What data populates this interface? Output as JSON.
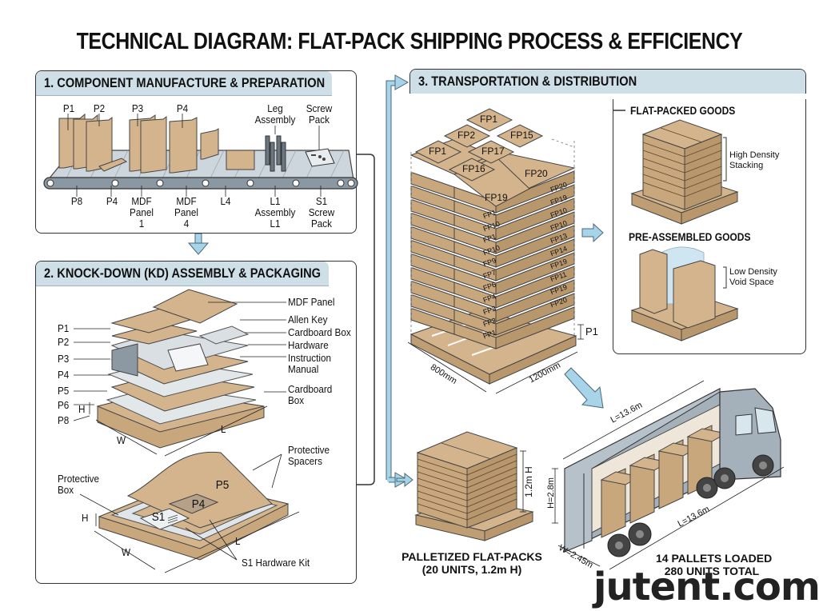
{
  "title": "TECHNICAL DIAGRAM: FLAT-PACK SHIPPING PROCESS & EFFICIENCY",
  "colors": {
    "header_bg": "#cfdfe8",
    "cardboard": "#d4b48c",
    "cardboard_dark": "#b8976c",
    "arrow": "#a8d4ea",
    "metal": "#9aa7b0",
    "truck": "#a4b0ba"
  },
  "section1": {
    "heading": "1. COMPONENT MANUFACTURE & PREPARATION",
    "top_labels": [
      "P1",
      "P2",
      "P3",
      "P4",
      "Leg\nAssembly",
      "Screw\nPack"
    ],
    "bottom_labels": [
      "P8",
      "P4",
      "MDF\nPanel\n1",
      "MDF\nPanel\n4",
      "L4",
      "L1\nAssembly\nL1",
      "S1\nScrew\nPack"
    ]
  },
  "section2": {
    "heading": "2. KNOCK-DOWN (KD) ASSEMBLY & PACKAGING",
    "left_labels": [
      "P1",
      "P2",
      "P3",
      "P4",
      "P5",
      "P6",
      "P8"
    ],
    "right_labels": [
      "MDF Panel",
      "Allen Key",
      "Cardboard Box",
      "Hardware",
      "Instruction\nManual",
      "Cardboard\nBox"
    ],
    "dims_top": {
      "h": "H",
      "w": "W",
      "l": "L"
    },
    "bottom_labels": {
      "protective_box": "Protective\nBox",
      "protective_spacers": "Protective\nSpacers",
      "p5": "P5",
      "p4": "P4",
      "s1": "S1",
      "hardware_kit": "S1 Hardware Kit"
    },
    "dims_bottom": {
      "h": "H",
      "w": "W",
      "l": "L"
    }
  },
  "section3": {
    "heading": "3. TRANSPORTATION & DISTRIBUTION",
    "pallet_top_labels": [
      "FP1",
      "FP2",
      "FP15",
      "FP1",
      "FP17",
      "FP16",
      "FP20",
      "FP19"
    ],
    "pallet_side_labels_front": [
      "FP1",
      "FP10",
      "FP1",
      "FP10",
      "FP9",
      "FP7",
      "FP6",
      "FP4",
      "FP3",
      "FP2",
      "FP1"
    ],
    "pallet_side_labels_right": [
      "FP20",
      "FP19",
      "FP10",
      "FP10",
      "FP13",
      "FP14",
      "FP19",
      "FP11",
      "FP19",
      "FP20"
    ],
    "pallet_height_label": "P1",
    "dim_width": "800mm",
    "dim_length": "1200mm",
    "comparison": {
      "flat_title": "FLAT-PACKED GOODS",
      "flat_note": "High Density\nStacking",
      "pre_title": "PRE-ASSEMBLED GOODS",
      "pre_note": "Low Density\nVoid Space"
    },
    "palletized": {
      "height_label": "1.2m H",
      "caption_line1": "PALLETIZED FLAT-PACKS",
      "caption_line2": "(20 UNITS, 1.2m H)"
    },
    "truck": {
      "length_top": "L=13.6m",
      "length_bottom": "L=13.6m",
      "height": "H=2.8m",
      "width": "W=2.45m",
      "caption_line1": "14 PALLETS LOADED",
      "caption_line2": "280 UNITS TOTAL"
    }
  },
  "watermark": "jutent.com"
}
